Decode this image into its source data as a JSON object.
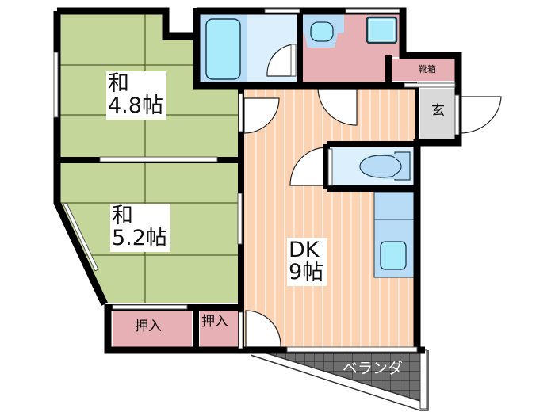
{
  "floorplan": {
    "colors": {
      "tatami": "#c5d69b",
      "tatami_line": "#4f5f2a",
      "flooring": "#fbd2b2",
      "flooring_stripe": "#fde6d6",
      "wet_area": "#b9dcf6",
      "wet_area_light": "#dceffc",
      "fixture": "#a9ebfb",
      "storage": "#e6b0b4",
      "entrance": "#d9d9d9",
      "wall": "#000000",
      "veranda": "#6e6e6e"
    },
    "rooms": [
      {
        "id": "washitsu-1",
        "type": "和",
        "size": "4.8帖"
      },
      {
        "id": "washitsu-2",
        "type": "和",
        "size": "5.2帖"
      },
      {
        "id": "dk",
        "type": "DK",
        "size": "9帖"
      }
    ],
    "labels": {
      "genkan": "玄",
      "shoe_box": "靴箱",
      "closet_large": "押入",
      "closet_small": "押入",
      "veranda": "ベランダ"
    },
    "fixtures": [
      "bathtub",
      "washbasin",
      "washing-machine-space",
      "toilet",
      "kitchen-sink",
      "kitchen-counter"
    ]
  }
}
